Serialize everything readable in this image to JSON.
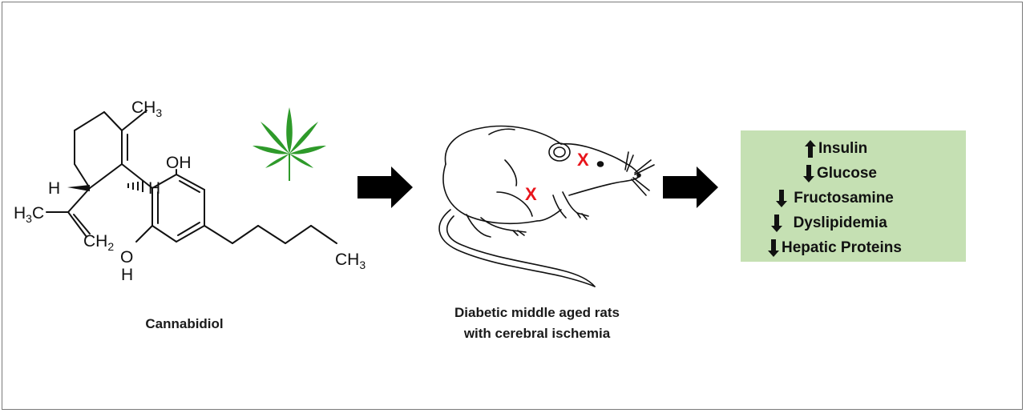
{
  "molecule": {
    "name": "Cannabidiol",
    "atom_labels": {
      "ch3_top": "CH3",
      "oh_top": "OH",
      "h_left": "H",
      "h_right": "H",
      "h3c": "H3C",
      "ch2": "CH2",
      "o_bottom": "O",
      "h_bottom": "H",
      "ch3_tail": "CH3"
    }
  },
  "icons": {
    "leaf": "cannabis-leaf-icon",
    "arrow_1": "arrow-right-icon",
    "arrow_2": "arrow-right-icon",
    "rat": "rat-illustration",
    "marker_1": "X",
    "marker_2": "X"
  },
  "subject": {
    "caption_line1": "Diabetic middle aged rats",
    "caption_line2": "with cerebral ischemia"
  },
  "outcomes": [
    {
      "direction": "up",
      "label": "Insulin"
    },
    {
      "direction": "down",
      "label": "Glucose"
    },
    {
      "direction": "down",
      "label": "Fructosamine"
    },
    {
      "direction": "down",
      "label": "Dyslipidemia"
    },
    {
      "direction": "down",
      "label": "Hepatic Proteins"
    }
  ],
  "colors": {
    "leaf": "#2e9a2a",
    "marker": "#e8141b",
    "outcome_box": "#c5e0b3",
    "arrow": "#000000"
  }
}
